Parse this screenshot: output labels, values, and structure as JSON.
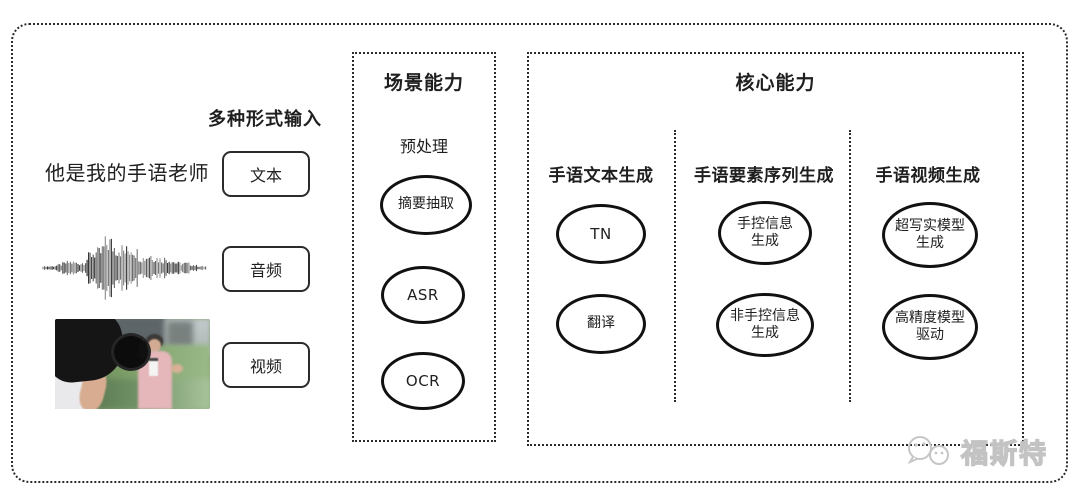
{
  "input_section": {
    "header": "多种形式输入",
    "sample_text": "他是我的手语老师",
    "modalities": [
      {
        "label": "文本"
      },
      {
        "label": "音频"
      },
      {
        "label": "视频"
      }
    ]
  },
  "scene_capability": {
    "title": "场景能力",
    "stage_label": "预处理",
    "nodes": [
      {
        "lines": [
          "摘要抽取"
        ]
      },
      {
        "lines": [
          "ASR"
        ]
      },
      {
        "lines": [
          "OCR"
        ]
      }
    ]
  },
  "core_capability": {
    "title": "核心能力",
    "columns": [
      {
        "header": "手语文本生成",
        "nodes": [
          {
            "lines": [
              "TN"
            ]
          },
          {
            "lines": [
              "翻译"
            ]
          }
        ]
      },
      {
        "header": "手语要素序列生成",
        "nodes": [
          {
            "lines": [
              "手控信息",
              "生成"
            ]
          },
          {
            "lines": [
              "非手控信息",
              "生成"
            ]
          }
        ]
      },
      {
        "header": "手语视频生成",
        "nodes": [
          {
            "lines": [
              "超写实模型",
              "生成"
            ]
          },
          {
            "lines": [
              "高精度模型",
              "驱动"
            ]
          }
        ]
      }
    ]
  },
  "watermark": {
    "text": "福斯特"
  },
  "icons": {
    "audio_waveform": "audio-waveform",
    "video_thumbnail": "camera-filming-reporter-photo",
    "watermark_ghosts": "ghost-mascot-icon"
  },
  "colors": {
    "line": "#2b2b2b",
    "text": "#1f1f1f",
    "watermark": "#c3c3c3"
  }
}
